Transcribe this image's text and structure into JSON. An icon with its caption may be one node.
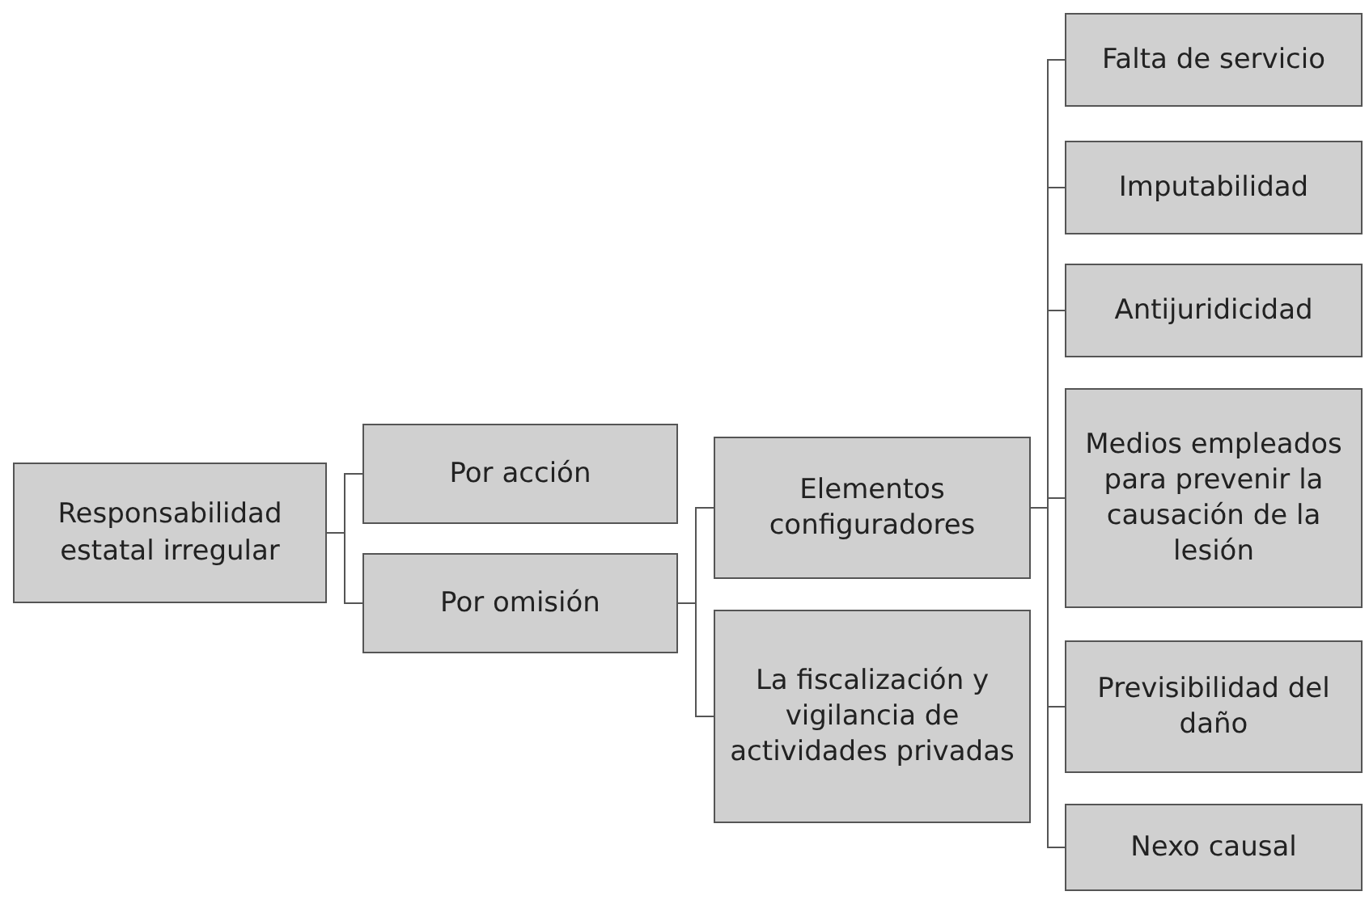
{
  "diagram": {
    "nodes": [
      {
        "text": [
          "Responsabilidad estatal irregular"
        ]
      },
      {
        "text": [
          "Por acción"
        ]
      },
      {
        "text": [
          "Por omisión"
        ]
      },
      {
        "text": [
          "Elementos configuradores"
        ]
      },
      {
        "text": [
          "La fiscalización y vigilancia de actividades privadas"
        ]
      },
      {
        "text": [
          "Falta de servicio"
        ]
      },
      {
        "text": [
          "Imputabilidad"
        ]
      },
      {
        "text": [
          "Antijuridicidad"
        ]
      },
      {
        "text": [
          "Medios empleados para prevenir la causación de la lesión"
        ]
      },
      {
        "text": [
          "Previsibilidad del daño"
        ]
      },
      {
        "text": [
          "Nexo causal"
        ]
      }
    ],
    "edges": [
      {
        "from": 0,
        "to": 1,
        "arrow": "none"
      },
      {
        "from": 0,
        "to": 2,
        "arrow": "none"
      },
      {
        "from": 2,
        "to": 3,
        "arrow": "none"
      },
      {
        "from": 2,
        "to": 4,
        "arrow": "none"
      },
      {
        "from": 3,
        "to": 5,
        "arrow": "none"
      },
      {
        "from": 3,
        "to": 6,
        "arrow": "none"
      },
      {
        "from": 3,
        "to": 7,
        "arrow": "none"
      },
      {
        "from": 3,
        "to": 8,
        "arrow": "none"
      },
      {
        "from": 3,
        "to": 9,
        "arrow": "none"
      },
      {
        "from": 3,
        "to": 10,
        "arrow": "none"
      }
    ]
  }
}
